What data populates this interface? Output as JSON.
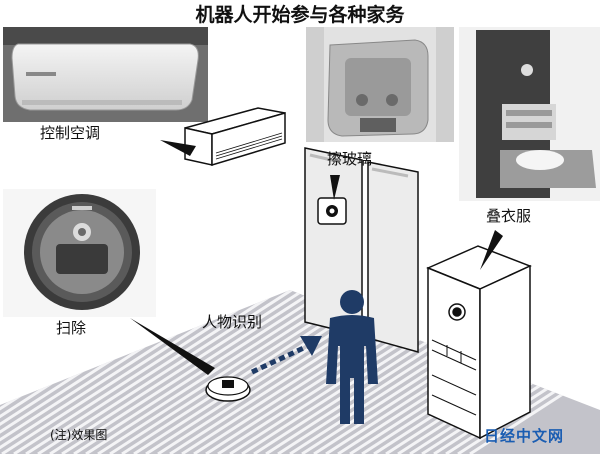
{
  "title": "机器人开始参与各种家务",
  "labels": {
    "aircon": "控制空调",
    "window": "擦玻璃",
    "laundry": "叠衣服",
    "vacuum": "扫除",
    "recognition": "人物识别"
  },
  "note": "(注)效果图",
  "watermark": "日经中文网",
  "colors": {
    "person": "#1f3b66",
    "arrow": "#1f3b66",
    "watermark": "#1a5db2",
    "floor_stripe": "#a9a9b3"
  }
}
